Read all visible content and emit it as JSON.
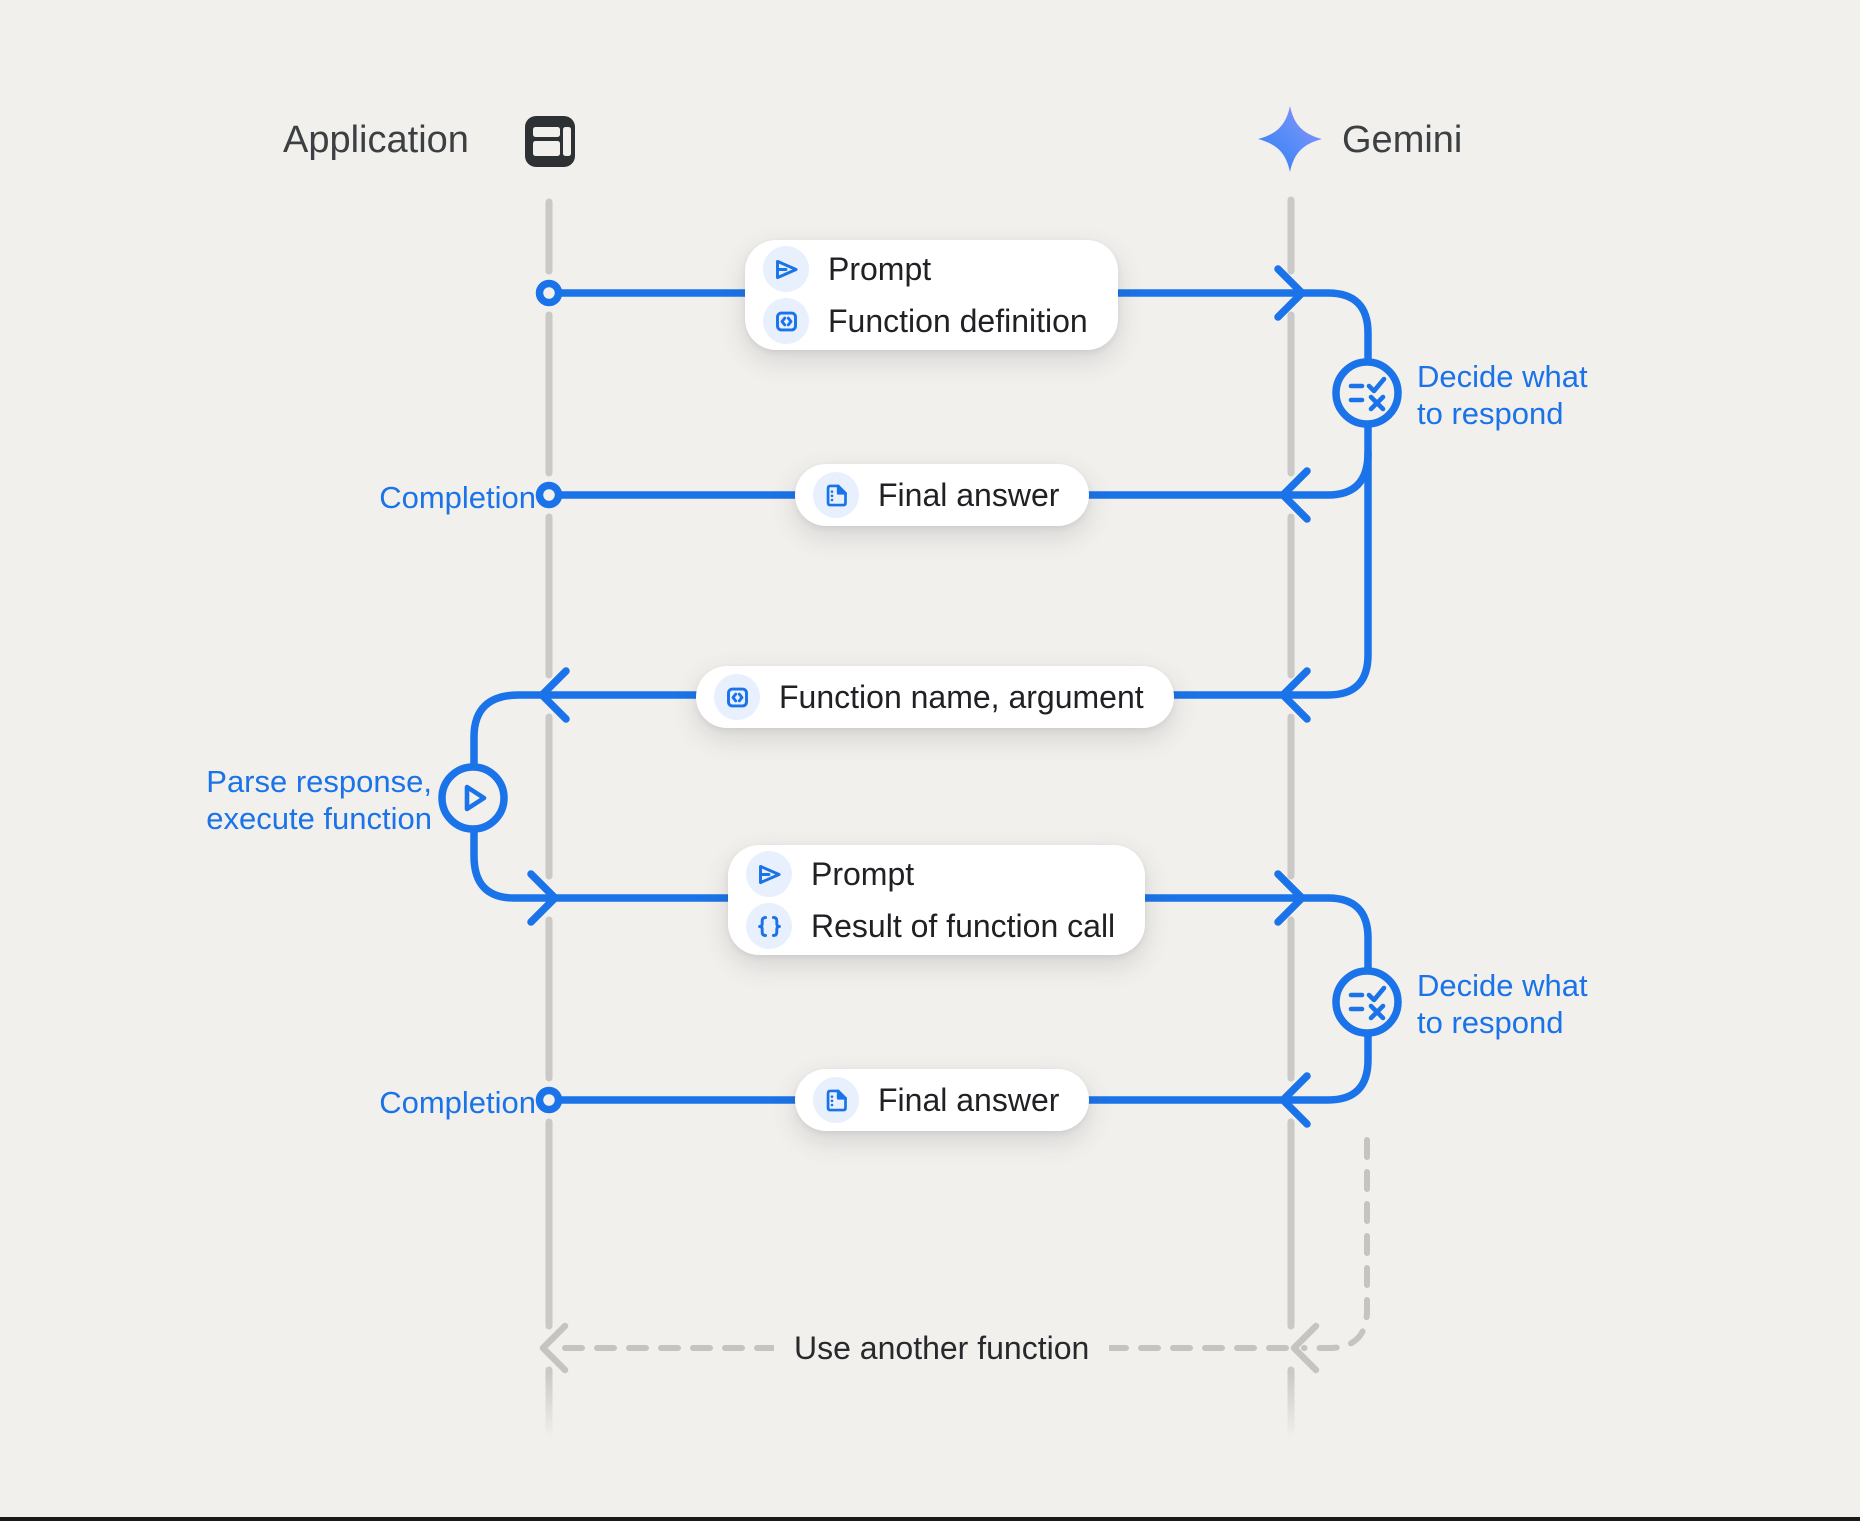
{
  "page": {
    "background": "#F2F0ED",
    "accent_blue": "#1A73E8",
    "icon_chip_blue": "#E8F0FE",
    "lifeline_gray": "#CBC9C6",
    "text_dark": "#202124"
  },
  "actors": {
    "application": {
      "label": "Application",
      "icon": "app-window-icon"
    },
    "gemini": {
      "label": "Gemini",
      "icon": "gemini-star-icon"
    }
  },
  "boxes": [
    {
      "rows": [
        {
          "icon": "send-icon",
          "label": "Prompt"
        },
        {
          "icon": "code-block-icon",
          "label": "Function definition"
        }
      ]
    },
    {
      "rows": [
        {
          "icon": "document-icon",
          "label": "Final answer"
        }
      ]
    },
    {
      "rows": [
        {
          "icon": "code-block-icon",
          "label": "Function name,  argument"
        }
      ]
    },
    {
      "rows": [
        {
          "icon": "send-icon",
          "label": "Prompt"
        },
        {
          "icon": "braces-icon",
          "label": "Result of function call"
        }
      ]
    },
    {
      "rows": [
        {
          "icon": "document-icon",
          "label": "Final answer"
        }
      ]
    }
  ],
  "annotations": {
    "completion_1": "Completion",
    "completion_2": "Completion",
    "decide_1": "Decide what\nto respond",
    "decide_2": "Decide what\nto respond",
    "parse": "Parse response,\nexecute function",
    "use_another": "Use another function"
  }
}
